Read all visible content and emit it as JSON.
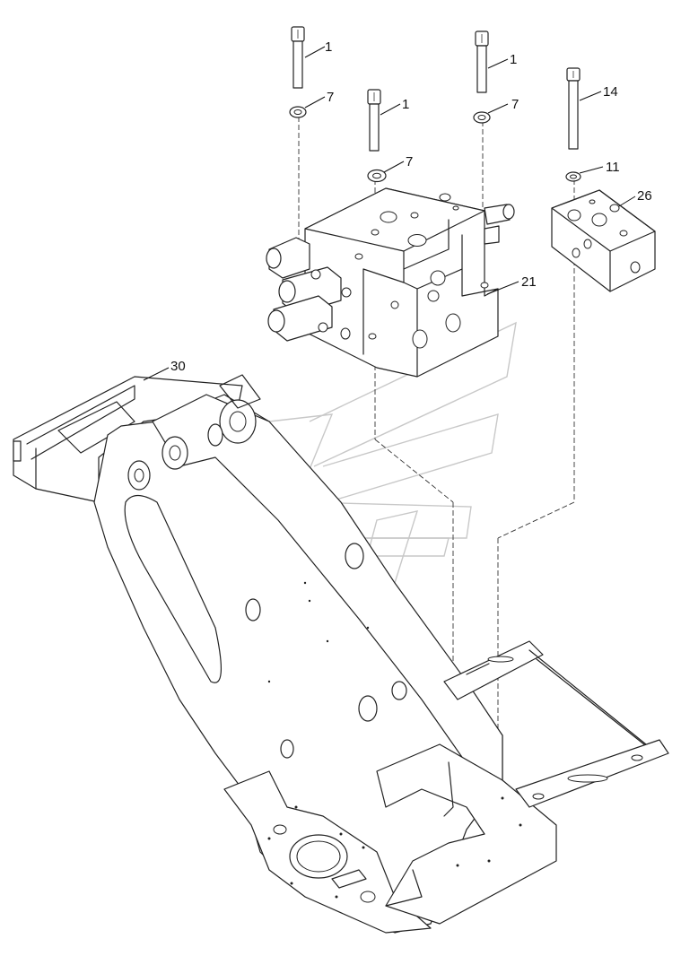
{
  "callouts": {
    "c1a": "1",
    "c7a": "7",
    "c1b": "1",
    "c7b": "7",
    "c1c": "1",
    "c7c": "7",
    "c14": "14",
    "c11": "11",
    "c26": "26",
    "c21": "21",
    "c30": "30"
  },
  "colors": {
    "line": "#222222",
    "background": "#ffffff",
    "watermark": "#c8c8c8"
  }
}
